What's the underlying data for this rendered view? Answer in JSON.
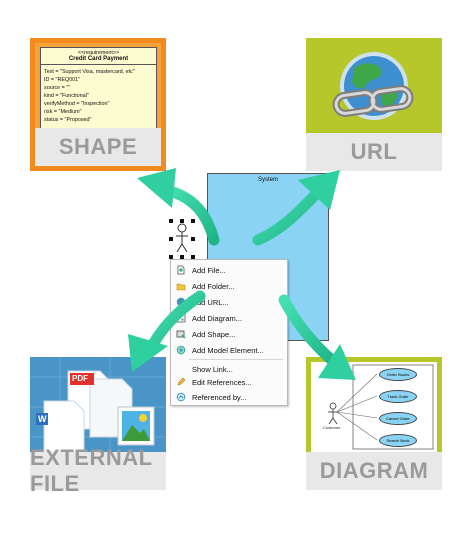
{
  "cards": {
    "shape": {
      "label": "SHAPE",
      "requirement": {
        "stereotype": "<<requirement>>",
        "name": "Credit Card Payment",
        "attributes": [
          "Text = \"Support Visa, mastercard, etc\"",
          "ID = \"REQ001\"",
          "source = \"\"",
          "kind = \"Functional\"",
          "verifyMethod = \"Inspection\"",
          "risk = \"Medium\"",
          "status = \"Proposed\""
        ]
      }
    },
    "url": {
      "label": "URL"
    },
    "file": {
      "label": "EXTERNAL FILE",
      "pdf_badge": "PDF",
      "word_badge": "W"
    },
    "diagram": {
      "label": "DIAGRAM",
      "use_cases": [
        "Order Books",
        "Track Order",
        "Cancel Order",
        "Search Book"
      ],
      "actor": "Customer"
    }
  },
  "system": {
    "title": "System"
  },
  "menu": {
    "items": [
      {
        "label": "Add File...",
        "icon": "file-icon"
      },
      {
        "label": "Add Folder...",
        "icon": "folder-icon"
      },
      {
        "label": "Add URL...",
        "icon": "globe-icon"
      },
      {
        "label": "Add Diagram...",
        "icon": "diagram-icon"
      },
      {
        "label": "Add Shape...",
        "icon": "shape-icon"
      },
      {
        "label": "Add Model Element...",
        "icon": "model-element-icon"
      },
      {
        "label": "Show Link...",
        "icon": ""
      },
      {
        "label": "Edit References...",
        "icon": "edit-icon"
      },
      {
        "label": "Referenced by...",
        "icon": "referenced-icon"
      }
    ]
  },
  "colors": {
    "shape_card": "#f28a1e",
    "url_card": "#b5c72a",
    "file_card": "#3a87bf",
    "diagram_card": "#b5c72a",
    "arrow": "#2fcfa0",
    "system_fill": "#8ad3f5"
  }
}
